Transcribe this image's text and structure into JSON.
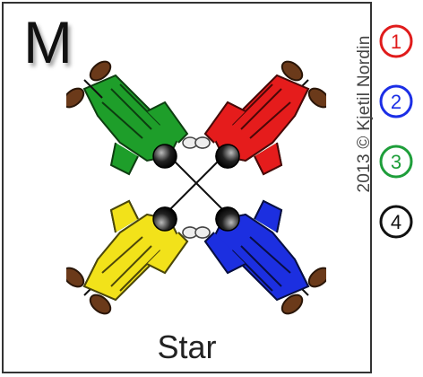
{
  "card": {
    "letter": "M",
    "caption": "Star",
    "copyright": "2013 © Kjetil Nordin"
  },
  "figures": [
    {
      "icon": "figure-green-icon",
      "color": "#1e9e2a"
    },
    {
      "icon": "figure-red-icon",
      "color": "#e51c1c"
    },
    {
      "icon": "figure-yellow-icon",
      "color": "#f2e21a"
    },
    {
      "icon": "figure-blue-icon",
      "color": "#1c2fe0"
    }
  ],
  "numbers": [
    {
      "label": "1",
      "color": "#e01b1b"
    },
    {
      "label": "2",
      "color": "#1b2ee6"
    },
    {
      "label": "3",
      "color": "#1e9e3a"
    },
    {
      "label": "4",
      "color": "#111111"
    }
  ]
}
